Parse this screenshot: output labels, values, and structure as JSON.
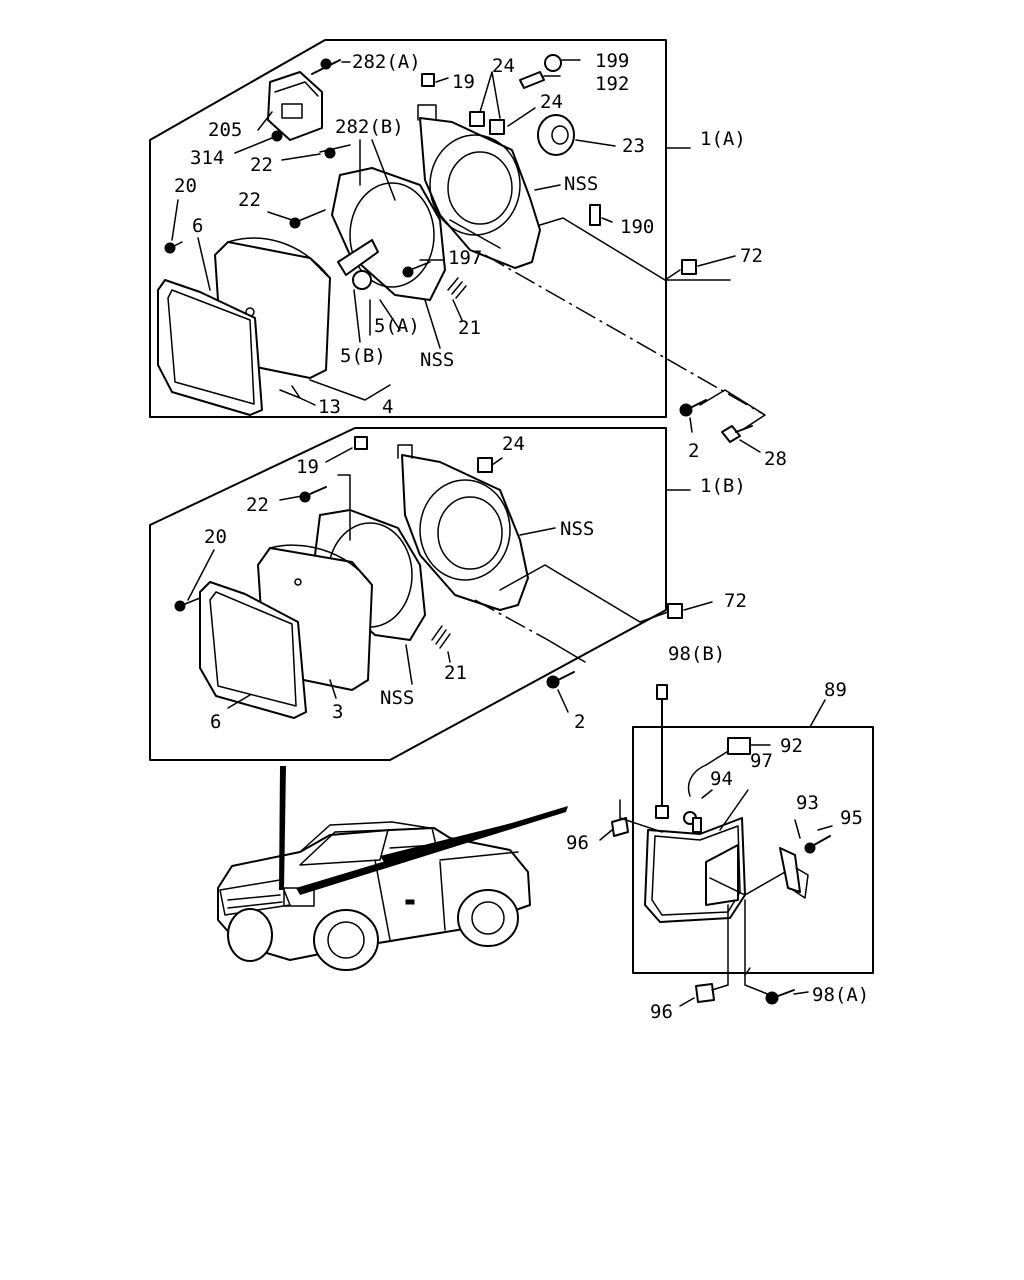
{
  "diagram": {
    "labels": {
      "l282a": "282(A)",
      "l199": "199",
      "l19a": "19",
      "l24a": "24",
      "l192": "192",
      "l24b": "24",
      "l205": "205",
      "l282b": "282(B)",
      "l23": "23",
      "l1a": "1(A)",
      "l314": "314",
      "l22a": "22",
      "l20a": "20",
      "l22b": "22",
      "lnss1": "NSS",
      "l6a": "6",
      "l190": "190",
      "l197": "197",
      "l72a": "72",
      "l5a": "5(A)",
      "l21a": "21",
      "l5b": "5(B)",
      "lnss2": "NSS",
      "l13": "13",
      "l4": "4",
      "l2a": "2",
      "l28": "28",
      "l24c": "24",
      "l19b": "19",
      "l1b": "1(B)",
      "l22c": "22",
      "lnss3": "NSS",
      "l20b": "20",
      "l72b": "72",
      "l21b": "21",
      "lnss4": "NSS",
      "l6b": "6",
      "l3": "3",
      "l2b": "2",
      "l98b": "98(B)",
      "l89": "89",
      "l92": "92",
      "l94": "94",
      "l97": "97",
      "l93": "93",
      "l95": "95",
      "l96a": "96",
      "l96b": "96",
      "l98a": "98(A)"
    }
  }
}
